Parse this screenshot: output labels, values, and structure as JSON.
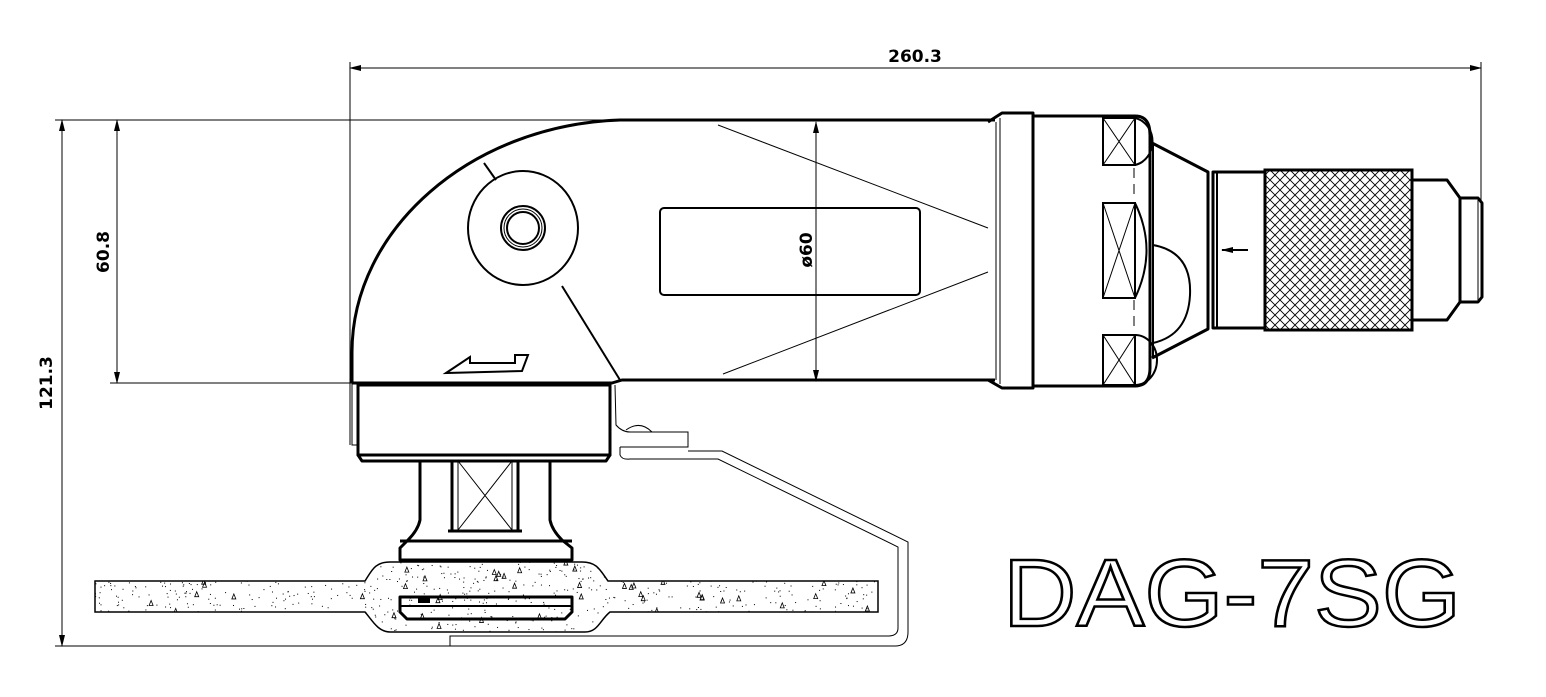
{
  "drawing": {
    "model_name": "DAG-7SG",
    "dimensions": {
      "overall_length": "260.3",
      "overall_height": "121.3",
      "body_height": "60.8",
      "body_diameter": "ø60"
    }
  }
}
